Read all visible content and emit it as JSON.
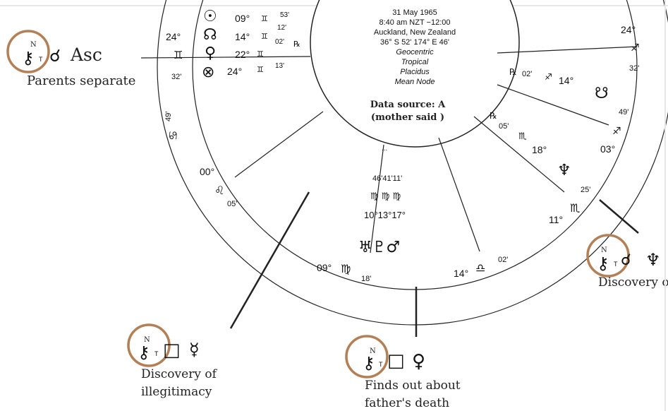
{
  "center": {
    "date": "31 May 1965",
    "time": "8:40 am  NZT −12:00",
    "place": "Auckland, New Zealand",
    "coords": "36° S 52'  174° E 46'",
    "mode1": "Geocentric",
    "mode2": "Tropical",
    "mode3": "Placidus",
    "mode4": "Mean Node",
    "source1": "Data source: A",
    "source2": "(mother said )"
  },
  "cusps": {
    "asc_deg": "24°",
    "asc_sign": "♊",
    "asc_min": "32'",
    "c7_deg": "24°",
    "c7_sign": "♐",
    "c7_min": "32'",
    "c6_min": "49'",
    "c6_sign": "♐",
    "c6_deg": "03°",
    "c5_min": "25'",
    "c5_sign": "♏",
    "c5_deg": "11°",
    "c4_min": "02'",
    "c4_sign": "♎",
    "c4_deg": "14°",
    "c3_deg": "09°",
    "c3_sign": "♍",
    "c3_min": "18'",
    "c2_deg": "00°",
    "c2_sign": "♌",
    "c2_min": "05'",
    "c1_min": "49'",
    "c1_sign": "♋"
  },
  "planets_left": [
    {
      "glyph": "☉",
      "deg": "09°",
      "sign": "♊",
      "min": "53'",
      "retro": ""
    },
    {
      "glyph": "☊",
      "deg": "14°",
      "sign": "♊",
      "min": "12'",
      "retro": ""
    },
    {
      "glyph": "♀",
      "deg": "22°",
      "sign": "♊",
      "min": "02'",
      "retro": "℞"
    },
    {
      "glyph": "⊗",
      "deg": "24°",
      "sign": "♊",
      "min": "13'",
      "retro": ""
    }
  ],
  "planets_right": {
    "southnode_retro": "℞",
    "southnode_min": "02'",
    "southnode_sign": "♐",
    "southnode_deg": "14°",
    "southnode_glyph": "☋",
    "neptune_retro": "℞",
    "neptune_min": "05'",
    "neptune_sign": "♏",
    "neptune_deg": "18°",
    "neptune_glyph": "♆"
  },
  "planets_bottom": {
    "mins": "46'41'11'",
    "signs": "♍ ♍ ♍",
    "degs": "10°13°17°",
    "glyphs": "♅♇♂"
  },
  "annotations": [
    {
      "symbol": "⚷",
      "aspect": "☌",
      "target": "Asc",
      "caption": "Parents separate"
    },
    {
      "symbol": "⚷",
      "aspect": "□",
      "target": "☿",
      "caption_l1": "Discovery of",
      "caption_l2": "illegitimacy"
    },
    {
      "symbol": "⚷",
      "aspect": "□",
      "target": "♀",
      "caption_l1": "Finds out about",
      "caption_l2": "father's death"
    },
    {
      "symbol": "⚷",
      "aspect": "☌",
      "target": "♆",
      "caption": "Discovery o"
    }
  ],
  "chiron_sub": "T",
  "chiron_sup": "N",
  "colors": {
    "highlight": "#b57f55",
    "ink": "#111111"
  }
}
